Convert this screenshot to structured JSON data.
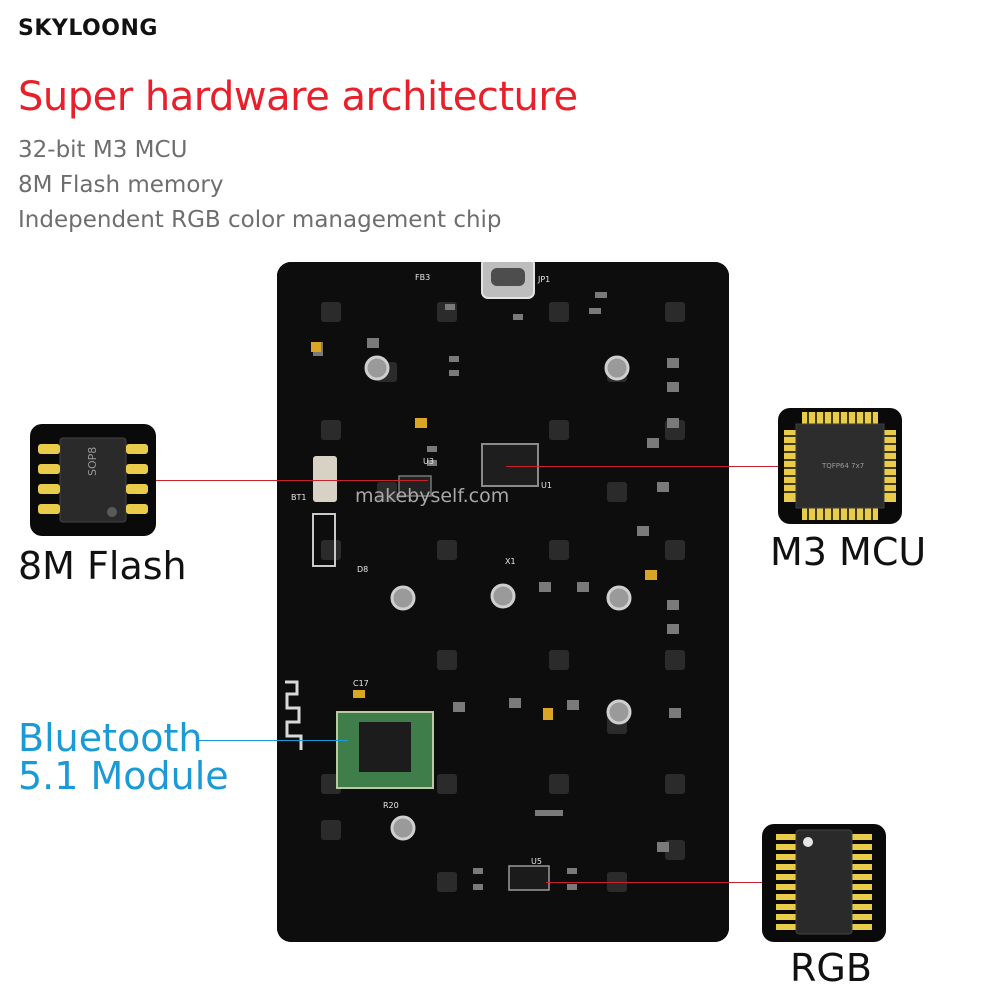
{
  "brand": {
    "logo_text": "SKYLOONG"
  },
  "headline": "Super hardware architecture",
  "features": [
    "32-bit M3 MCU",
    "8M Flash memory",
    "Independent RGB color management chip"
  ],
  "callouts": {
    "flash": "8M Flash",
    "mcu": "M3 MCU",
    "bluetooth_line1": "Bluetooth",
    "bluetooth_line2": "5.1 Module",
    "rgb": "RGB"
  },
  "chip_markings": {
    "sop": "SOP8",
    "mcu": "TQFP64 7x7"
  },
  "board": {
    "watermark": "makebyself.com",
    "silkscreen": [
      "U3",
      "U5",
      "U1",
      "JP1",
      "FB3",
      "X1",
      "BT1",
      "R20",
      "C17",
      "D8"
    ]
  },
  "colors": {
    "headline": "#e8202a",
    "bluetooth": "#1a9ad6",
    "leader_line": "#c8232c",
    "pcb": "#0d0d0d"
  }
}
